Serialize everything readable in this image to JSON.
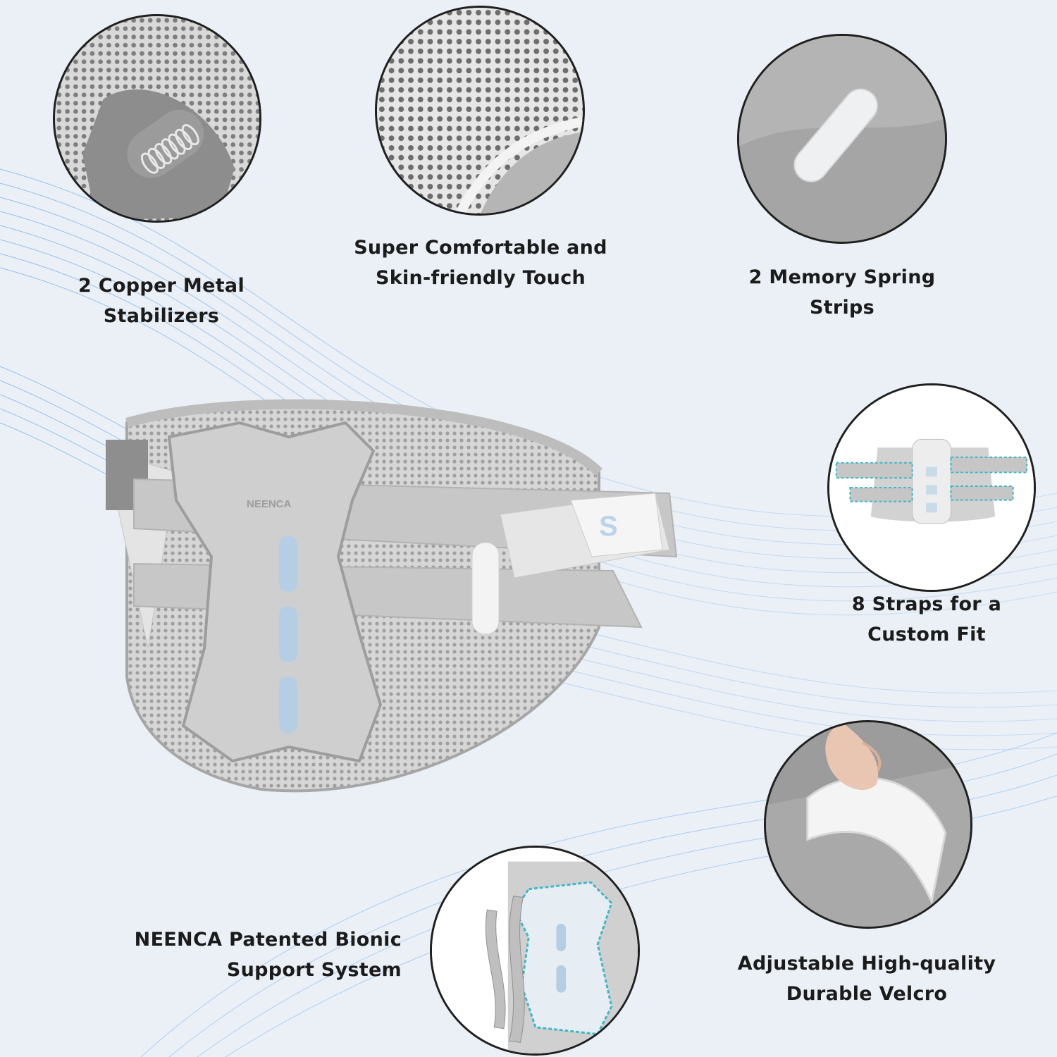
{
  "brand": "NEENCA",
  "features": [
    {
      "lines": [
        "2 Copper Metal",
        "Stabilizers"
      ],
      "icon": "copper-spring-stabilizer-icon"
    },
    {
      "lines": [
        "Super Comfortable and",
        "Skin-friendly Touch"
      ],
      "icon": "mesh-fabric-icon"
    },
    {
      "lines": [
        "2 Memory Spring",
        "Strips"
      ],
      "icon": "memory-strip-icon"
    },
    {
      "lines": [
        "8 Straps for a",
        "Custom Fit"
      ],
      "icon": "straps-belt-icon"
    },
    {
      "lines": [
        "NEENCA Patented Bionic",
        "Support System"
      ],
      "icon": "bionic-support-icon"
    },
    {
      "lines": [
        "Adjustable High-quality",
        "Durable Velcro"
      ],
      "icon": "velcro-icon"
    }
  ],
  "colors": {
    "background": "#eaf0f6",
    "accent": "#5aa0e6",
    "product": "#c9c9c9"
  }
}
